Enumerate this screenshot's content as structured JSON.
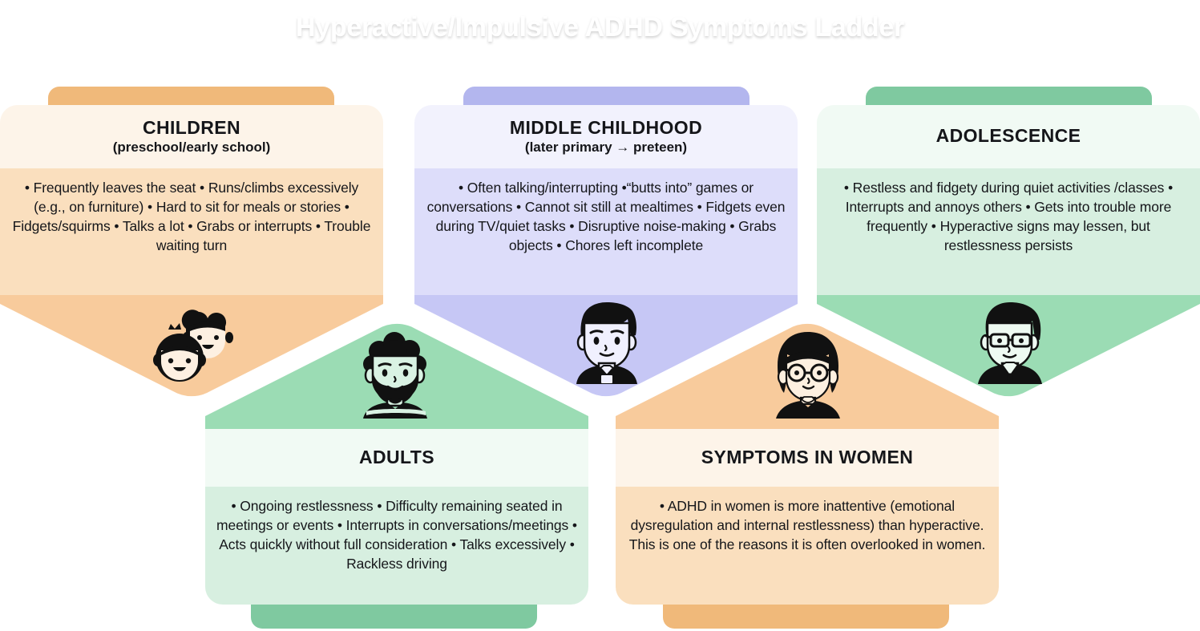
{
  "header": {
    "title": "Hyperactive/Impulsive ADHD Symptoms Ladder",
    "banner_color": "#F4A council"
  },
  "colors": {
    "orange_tab": "#F0B97A",
    "orange_body": "#FADFBE",
    "orange_head": "#FDF4E9",
    "orange_wedge": "#F8CB9C",
    "purple_tab": "#B3B6EE",
    "purple_body": "#DDDDFA",
    "purple_head": "#F2F2FD",
    "purple_wedge": "#C6C7F5",
    "green_tab": "#7FC9A0",
    "green_body": "#D7EFE0",
    "green_head": "#F1FAF4",
    "green_wedge": "#9BDCB4",
    "title_text": "#FFFFFF",
    "body_text": "#15161A"
  },
  "cards": [
    {
      "id": "children",
      "title": "CHILDREN",
      "subtitle": "(preschool/early school)",
      "body": "• Frequently leaves the seat   • Runs/climbs excessively (e.g., on furniture)   • Hard to sit for meals or stories   • Fidgets/squirms   • Talks a lot   • Grabs or interrupts   • Trouble waiting turn",
      "bullets": [
        "Frequently leaves the seat",
        "Runs/climbs excessively (e.g., on furniture)",
        "Hard to sit for meals or stories",
        "Fidgets/squirms",
        "Talks a lot",
        "Grabs or interrupts",
        "Trouble waiting turn"
      ],
      "theme": "orange",
      "avatar": "two-children-faces-icon",
      "direction": "down"
    },
    {
      "id": "middle-childhood",
      "title": "MIDDLE CHILDHOOD",
      "subtitle": "(later primary → preteen)",
      "body": "• Often talking/interrupting   •“butts into” games or conversations  • Cannot sit still at mealtimes   • Fidgets even during TV/quiet tasks   • Disruptive noise-making   • Grabs objects   • Chores left incomplete",
      "bullets": [
        "Often talking/interrupting",
        "“butts into” games or conversations",
        "Cannot sit still at mealtimes",
        "Fidgets even during TV/quiet tasks",
        "Disruptive noise-making",
        "Grabs objects",
        "Chores left incomplete"
      ],
      "theme": "purple",
      "avatar": "boy-face-icon",
      "direction": "down"
    },
    {
      "id": "adolescence",
      "title": "ADOLESCENCE",
      "subtitle": "",
      "body": "• Restless and fidgety during quiet activities /classes   • Interrupts and annoys others   • Gets into trouble more frequently   • Hyperactive signs may lessen, but restlessness persists",
      "bullets": [
        "Restless and fidgety during quiet activities /classes",
        "Interrupts and annoys others",
        "Gets into trouble more frequently",
        "Hyperactive signs may lessen, but restlessness persists"
      ],
      "theme": "green",
      "avatar": "teen-with-glasses-icon",
      "direction": "down"
    },
    {
      "id": "adults",
      "title": "ADULTS",
      "subtitle": "",
      "body": "• Ongoing restlessness   • Difficulty remaining seated in meetings or events   • Interrupts in conversations/meetings   • Acts quickly without full consideration   • Talks excessively   • Rackless driving",
      "bullets": [
        "Ongoing restlessness",
        "Difficulty remaining seated in meetings or events",
        "Interrupts in conversations/meetings",
        "Acts quickly without full consideration",
        "Talks excessively",
        "Rackless driving"
      ],
      "theme": "green",
      "avatar": "bearded-man-icon",
      "direction": "up"
    },
    {
      "id": "symptoms-in-women",
      "title": "SYMPTOMS IN WOMEN",
      "subtitle": "",
      "body": "• ADHD in women is more inattentive (emotional dysregulation and internal restlessness) than hyperactive. This is one of the reasons it is often overlooked in women.",
      "bullets": [
        "ADHD in women is more inattentive (emotional dysregulation and internal restlessness) than hyperactive. This is one of the reasons it is often overlooked in women."
      ],
      "theme": "orange",
      "avatar": "woman-with-glasses-icon",
      "direction": "up"
    }
  ]
}
